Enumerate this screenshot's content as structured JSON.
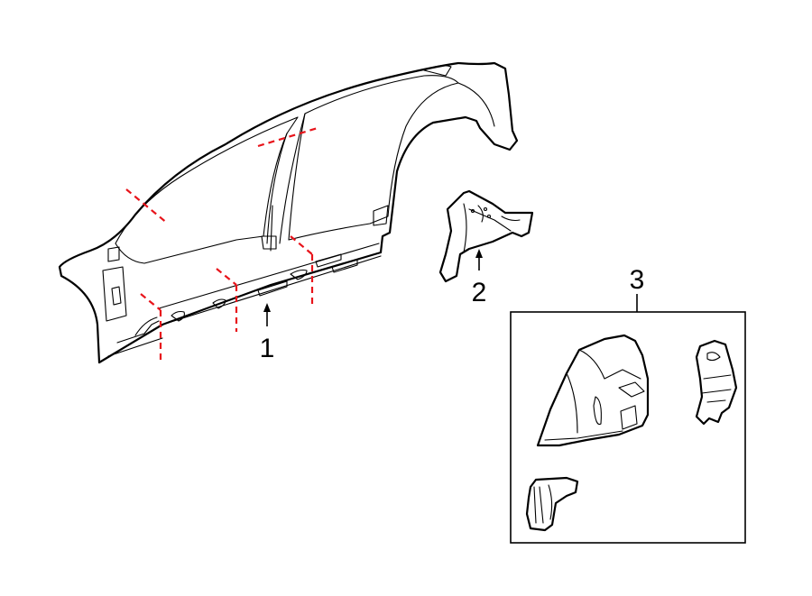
{
  "callouts": [
    {
      "id": "1",
      "label": "1"
    },
    {
      "id": "2",
      "label": "2"
    },
    {
      "id": "3",
      "label": "3"
    }
  ],
  "colors": {
    "outline": "#000000",
    "cut_lines": "#e8141b",
    "background": "#ffffff"
  }
}
